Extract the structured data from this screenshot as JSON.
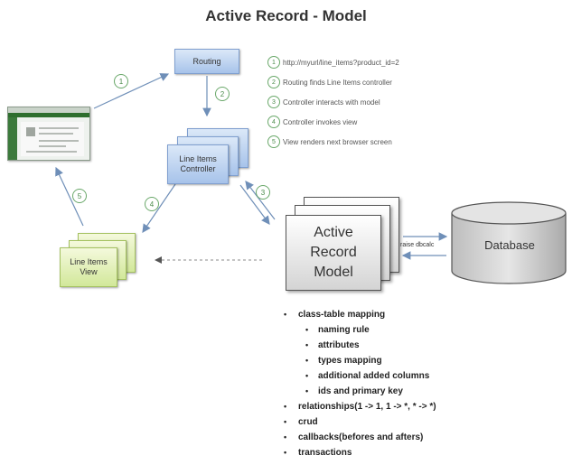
{
  "title": "Active Record - Model",
  "routing_label": "Routing",
  "controller_label": [
    "Line Items",
    "Controller"
  ],
  "view_label": [
    "Line Items",
    "View"
  ],
  "active_record_label": [
    "Active",
    "Record",
    "Model"
  ],
  "database_label": "Database",
  "raise_label": "raise dbcalc",
  "arrow_numbers": [
    "1",
    "2",
    "3",
    "4",
    "5"
  ],
  "steps": [
    {
      "num": "1",
      "text": "http://myurl/line_items?product_id=2"
    },
    {
      "num": "2",
      "text": "Routing finds Line Items controller"
    },
    {
      "num": "3",
      "text": "Controller interacts with model"
    },
    {
      "num": "4",
      "text": "Controller invokes view"
    },
    {
      "num": "5",
      "text": "View renders next browser screen"
    }
  ],
  "bullets": {
    "main_1": "class-table mapping",
    "sub": [
      "naming rule",
      "attributes",
      "types mapping",
      "additional added columns",
      "ids and primary key"
    ],
    "rest": [
      "relationships(1 -> 1, 1 -> *, * -> *)",
      "crud",
      "callbacks(befores and afters)",
      "transactions"
    ]
  },
  "colors": {
    "blue_box": "#a7c3ea",
    "green_box": "#d2e89a",
    "arrow_blue": "#6f8fb8",
    "step_green": "#6aa86a"
  }
}
